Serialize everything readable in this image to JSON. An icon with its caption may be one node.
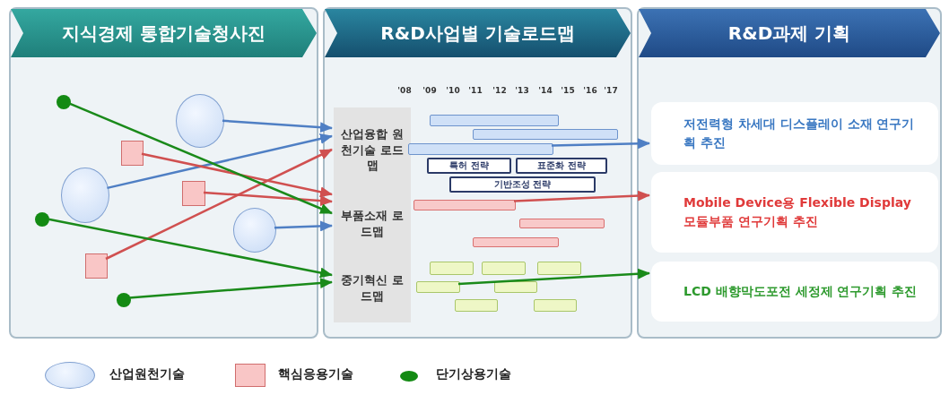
{
  "diagram": {
    "nodes": [
      {
        "text": [
          "지식경제 통합기술청사진"
        ]
      },
      {
        "text": [],
        "shape": "ellipse",
        "in": 0
      },
      {
        "text": [],
        "shape": "ellipse",
        "in": 0
      },
      {
        "text": [],
        "shape": "ellipse",
        "in": 0
      },
      {
        "text": [],
        "shape": "box",
        "in": 0
      },
      {
        "text": [],
        "shape": "box",
        "in": 0
      },
      {
        "text": [],
        "shape": "box",
        "in": 0
      },
      {
        "text": [],
        "shape": "circle",
        "in": 0
      },
      {
        "text": [],
        "shape": "circle",
        "in": 0
      },
      {
        "text": [],
        "shape": "circle",
        "in": 0
      },
      {
        "text": [
          "R&D사업별 기술로드맵"
        ]
      },
      {
        "text": [
          "산업융합 원천기술 로드맵"
        ],
        "in": 10
      },
      {
        "text": [
          "부품소재 로드맵"
        ],
        "in": 10
      },
      {
        "text": [
          "중기혁신 로드맵"
        ],
        "in": 10
      },
      {
        "text": [],
        "shape": "bar",
        "in": 10
      },
      {
        "text": [],
        "shape": "bar",
        "in": 10
      },
      {
        "text": [],
        "shape": "bar",
        "in": 10
      },
      {
        "text": [
          "특허 전략"
        ],
        "in": 10
      },
      {
        "text": [
          "표준화 전략"
        ],
        "in": 10
      },
      {
        "text": [
          "기반조성 전략"
        ],
        "in": 10
      },
      {
        "text": [],
        "shape": "bar",
        "in": 10
      },
      {
        "text": [],
        "shape": "bar",
        "in": 10
      },
      {
        "text": [],
        "shape": "bar",
        "in": 10
      },
      {
        "text": [],
        "shape": "bar",
        "in": 10
      },
      {
        "text": [],
        "shape": "bar",
        "in": 10
      },
      {
        "text": [],
        "shape": "bar",
        "in": 10
      },
      {
        "text": [],
        "shape": "bar",
        "in": 10
      },
      {
        "text": [],
        "shape": "bar",
        "in": 10
      },
      {
        "text": [],
        "shape": "bar",
        "in": 10
      },
      {
        "text": [],
        "shape": "bar",
        "in": 10
      },
      {
        "text": [
          "R&D과제 기획"
        ]
      },
      {
        "text": [
          "저전력형 차세대 디스플레이 소재 연구기획 추진"
        ],
        "in": 30
      },
      {
        "text": [
          "Mobile Device용 Flexible Display 모듈부품 연구기획 추진"
        ],
        "in": 30
      },
      {
        "text": [
          "LCD 배향막도포전 세정제 연구기획 추진"
        ],
        "in": 30
      }
    ],
    "edges": [
      {
        "from": 1,
        "to": 11,
        "arrow": "to",
        "color": "#4f7fc4"
      },
      {
        "from": 2,
        "to": 11,
        "arrow": "to",
        "color": "#4f7fc4"
      },
      {
        "from": 6,
        "to": 11,
        "arrow": "to",
        "color": "#d05050"
      },
      {
        "from": 4,
        "to": 12,
        "arrow": "to",
        "color": "#d05050"
      },
      {
        "from": 5,
        "to": 12,
        "arrow": "to",
        "color": "#d05050"
      },
      {
        "from": 7,
        "to": 12,
        "arrow": "to",
        "color": "#1a8a1a"
      },
      {
        "from": 3,
        "to": 12,
        "arrow": "to",
        "color": "#4f7fc4"
      },
      {
        "from": 8,
        "to": 13,
        "arrow": "to",
        "color": "#1a8a1a"
      },
      {
        "from": 9,
        "to": 13,
        "arrow": "to",
        "color": "#1a8a1a"
      },
      {
        "from": 16,
        "to": 31,
        "arrow": "to",
        "color": "#4f7fc4"
      },
      {
        "from": 20,
        "to": 32,
        "arrow": "to",
        "color": "#d05050"
      },
      {
        "from": 26,
        "to": 33,
        "arrow": "to",
        "color": "#1a8a1a"
      }
    ],
    "labels": [
      "'08",
      "'09",
      "'10",
      "'11",
      "'12",
      "'13",
      "'14",
      "'15",
      "'16",
      "'17"
    ],
    "legend": [
      {
        "text": "산업원천기술"
      },
      {
        "text": "핵심응용기술"
      },
      {
        "text": "단기상용기술"
      }
    ]
  }
}
